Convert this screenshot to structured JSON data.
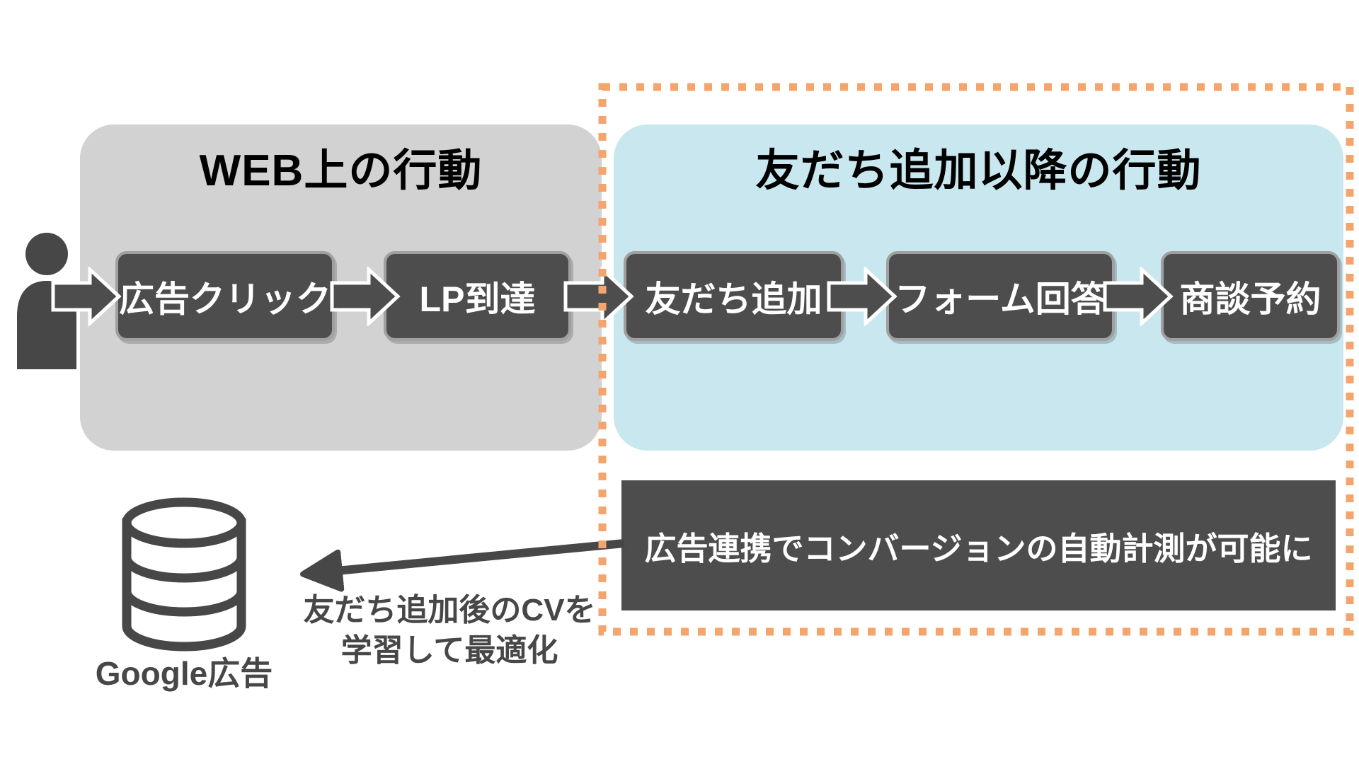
{
  "sections": {
    "web": {
      "title": "WEB上の行動",
      "steps": [
        "広告クリック",
        "LP到達"
      ]
    },
    "line": {
      "title": "友だち追加以降の行動",
      "steps": [
        "友だち追加",
        "フォーム回答",
        "商談予約"
      ]
    }
  },
  "banner": {
    "text": "広告連携でコンバージョンの自動計測が可能に"
  },
  "google_ads": {
    "label": "Google広告"
  },
  "feedback": {
    "line1": "友だち追加後のCVを",
    "line2": "学習して最適化"
  },
  "colors": {
    "accent_orange": "#F4A56E",
    "panel_gray": "#D2D2D2",
    "panel_blue": "#C9E7EE",
    "box_dark": "#4D4D4D",
    "box_border_gray": "#A0A0A0",
    "ink_dark_gray": "#474747",
    "text_white": "#FFFFFF",
    "title_black": "#000000"
  }
}
